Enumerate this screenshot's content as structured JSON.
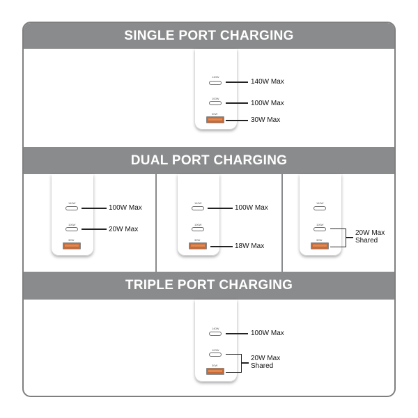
{
  "sections": {
    "single": {
      "title": "SINGLE PORT CHARGING"
    },
    "dual": {
      "title": "DUAL PORT CHARGING"
    },
    "triple": {
      "title": "TRIPLE PORT CHARGING"
    }
  },
  "port_labels": {
    "top": "140W",
    "middle": "100W",
    "bottom": "30W"
  },
  "single": {
    "c1": "140W Max",
    "c2": "100W Max",
    "a": "30W Max"
  },
  "dual_left": {
    "c1": "100W Max",
    "c2": "20W Max"
  },
  "dual_mid": {
    "c1": "100W Max",
    "a": "18W Max"
  },
  "dual_right": {
    "shared_line1": "20W Max",
    "shared_line2": "Shared"
  },
  "triple": {
    "c1": "100W Max",
    "shared_line1": "20W Max",
    "shared_line2": "Shared"
  },
  "colors": {
    "band": "#8a8b8c",
    "border": "#7f7f7f",
    "usb_a": "#c86a38"
  }
}
